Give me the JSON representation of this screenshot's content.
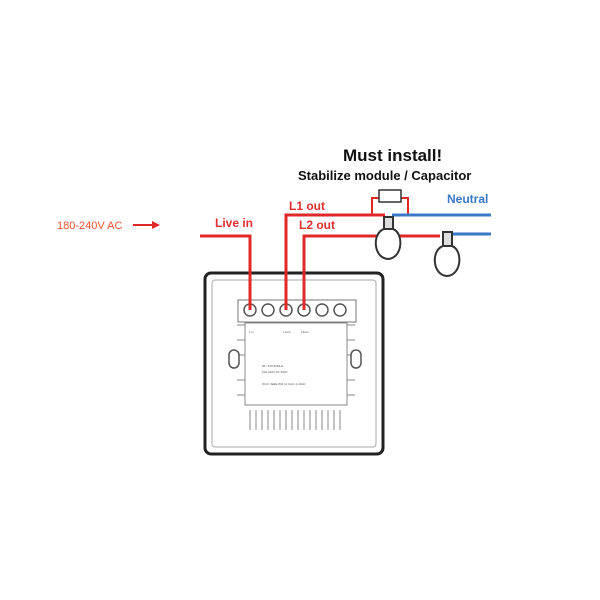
{
  "title": "Must install!",
  "subtitle": "Stabilize module / Capacitor",
  "labels": {
    "supply": "180-240V AC",
    "live_in": "Live in",
    "l1_out": "L1 out",
    "l2_out": "L2 out",
    "neutral": "Neutral"
  },
  "device_label": {
    "terminals": [
      "L in",
      "L1out",
      "L2out"
    ],
    "lines": [
      "RF: 433.92MHz",
      "100-240V AC 50Hz",
      "Wi-Fi: IEEE 802.11 b/g/n 2.4GHz"
    ]
  },
  "colors": {
    "live": "#e02828",
    "neutral": "#3a78c8",
    "text_red": "#e03030",
    "supply_text": "#f05030"
  }
}
